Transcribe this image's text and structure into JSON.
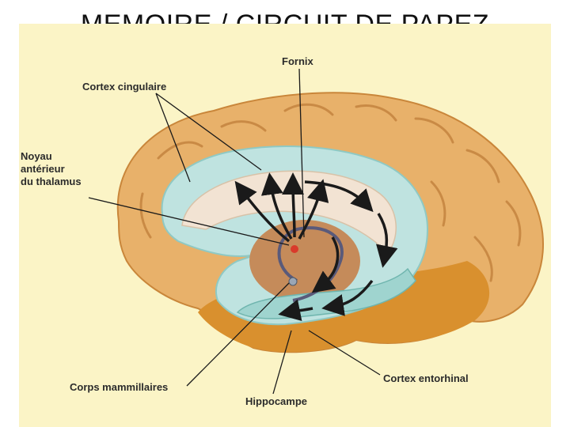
{
  "title": "MEMOIRE / CIRCUIT DE PAPEZ",
  "labels": {
    "fornix": "Fornix",
    "cortex_cingulaire": "Cortex cingulaire",
    "noyau_line1": "Noyau",
    "noyau_line2": "antérieur",
    "noyau_line3": "du thalamus",
    "corps_mammillaires": "Corps mammillaires",
    "hippocampe": "Hippocampe",
    "cortex_entorhinal": "Cortex entorhinal"
  },
  "colors": {
    "background": "#fbf4c6",
    "cortex": "#e8b16a",
    "cingulate": "#bfe3e0",
    "corpus": "#f2e3d3",
    "thalamus": "#c58b5a",
    "temporal": "#d9902e",
    "arrows": "#1a1a1a"
  },
  "icons": {
    "circuit": "papez-circuit-arrows"
  }
}
